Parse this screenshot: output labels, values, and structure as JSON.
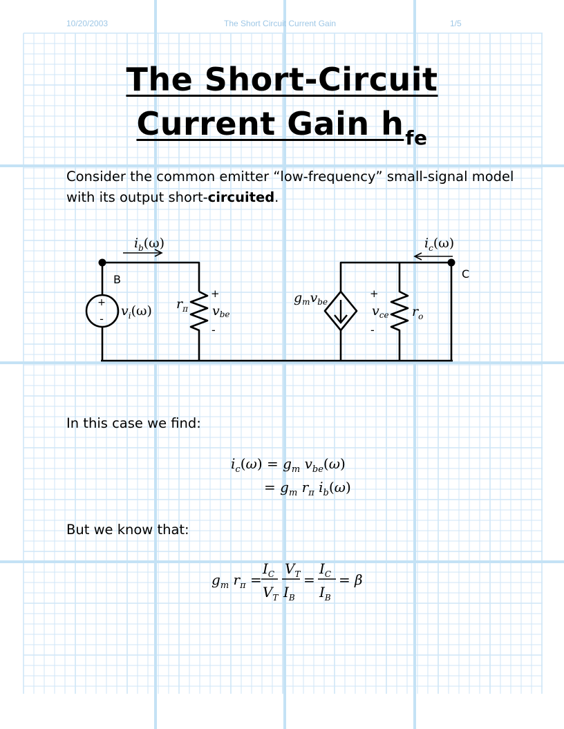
{
  "header": {
    "date": "10/20/2003",
    "doc_title": "The Short Circuit Current Gain",
    "page": "1/5"
  },
  "title": {
    "line1": "The Short-Circuit",
    "line2_main": "Current Gain h",
    "line2_sub": "fe"
  },
  "intro": {
    "line1": "Consider the common emitter “low-frequency” small-signal model",
    "line2_a": "with its output short-",
    "line2_bold": "circuited",
    "line2_b": "."
  },
  "circuit": {
    "ib": {
      "main": "i",
      "sub": "b",
      "arg": "(ω)"
    },
    "ic": {
      "main": "i",
      "sub": "c",
      "arg": "(ω)"
    },
    "node_b": "B",
    "node_c": "C",
    "vi": {
      "main": "v",
      "sub": "i",
      "arg": "(ω)"
    },
    "rpi": {
      "main": "r",
      "sub": "π"
    },
    "vbe": {
      "main": "v",
      "sub": "be"
    },
    "gm": {
      "main": "g",
      "sub": "m",
      "v": "v",
      "vsub": "be"
    },
    "vce": {
      "main": "v",
      "sub": "ce"
    },
    "ro": {
      "main": "r",
      "sub": "o"
    },
    "plus": "+",
    "minus": "-"
  },
  "case_text": "In this case we find:",
  "know_text": "But we know that:",
  "colors": {
    "grid_minor": "#cfe6f7",
    "grid_major": "#c4e2f5",
    "header_text": "#9ec7e6"
  }
}
